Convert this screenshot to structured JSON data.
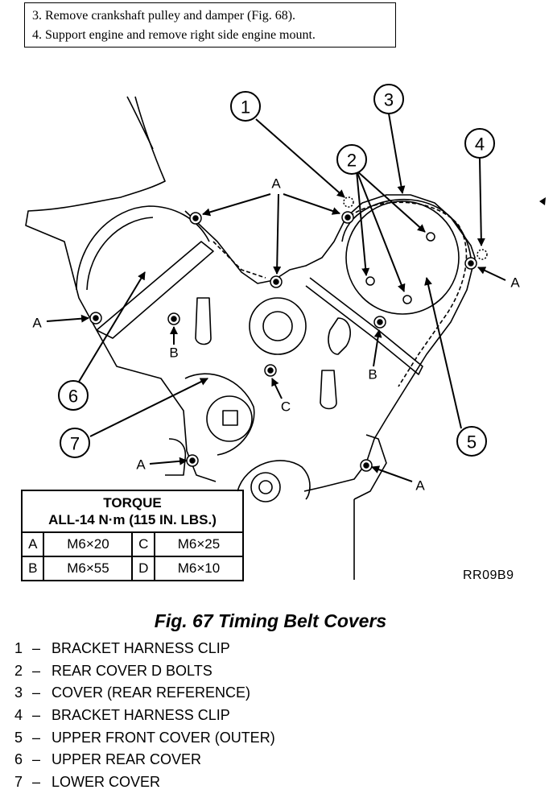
{
  "steps": [
    "3. Remove crankshaft pulley and damper (Fig. 68).",
    "4. Support engine and remove right side engine mount."
  ],
  "callouts": [
    "1",
    "2",
    "3",
    "4",
    "5",
    "6",
    "7"
  ],
  "letters": {
    "a": "A",
    "b": "B",
    "c": "C"
  },
  "torque": {
    "title": "TORQUE",
    "subtitle": "ALL-14 N·m (115 IN. LBS.)",
    "rows": [
      [
        "A",
        "M6×20",
        "C",
        "M6×25"
      ],
      [
        "B",
        "M6×55",
        "D",
        "M6×10"
      ]
    ]
  },
  "figure_code": "RR09B9",
  "caption": "Fig. 67 Timing Belt Covers",
  "legend": [
    {
      "num": "1",
      "dash": "–",
      "text": "BRACKET HARNESS CLIP"
    },
    {
      "num": "2",
      "dash": "–",
      "text": "REAR COVER D BOLTS"
    },
    {
      "num": "3",
      "dash": "–",
      "text": "COVER (REAR REFERENCE)"
    },
    {
      "num": "4",
      "dash": "–",
      "text": "BRACKET HARNESS CLIP"
    },
    {
      "num": "5",
      "dash": "–",
      "text": "UPPER FRONT COVER (OUTER)"
    },
    {
      "num": "6",
      "dash": "–",
      "text": "UPPER REAR COVER"
    },
    {
      "num": "7",
      "dash": "–",
      "text": "LOWER COVER"
    }
  ]
}
